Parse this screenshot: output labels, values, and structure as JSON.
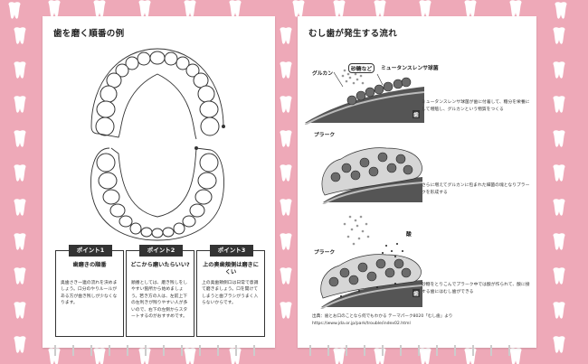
{
  "left_page": {
    "title": "歯を磨く順番の例",
    "points": [
      {
        "label": "ポイント1",
        "topic": "歯磨きの順番",
        "text": "奥歯さき一連の流れを決めましょう。口分のやりルールがある方が歯き残しが少なくなります。"
      },
      {
        "label": "ポイント2",
        "topic": "どこから磨いたらいい?",
        "text": "順番としては、磨き残しをしやすい箇所から始めましょう。若き方の人は、左前上下の左利きが残りやすい人が多いので、右下の左側からスタートするのがおすすめです。"
      },
      {
        "label": "ポイント3",
        "topic": "上の奥歯頬側は磨きにくい",
        "text": "上の奥歯頬側口は日常で意識て磨きましょう。口を開けてしまうと歯ブラシがうまく入らないからです。"
      }
    ]
  },
  "right_page": {
    "title": "むし歯が発生する流れ",
    "labels": {
      "glucan": "グルカン",
      "sugar": "砂糖など",
      "mutans": "ミュータンスレンサ球菌",
      "tooth": "歯",
      "plaque": "プラーク",
      "acid": "酸"
    },
    "captions": [
      "ミュータンスレンサ球菌が歯に付着して、糖分を栄養にして増殖し、グルカンという物質をつくる",
      "さらに増えてグルカンに包まれた細菌の塊となりプラークを形成する",
      "砂糖をとりこんでプラーク中では酸が作られて、酸に接する歯にはむし歯ができる"
    ],
    "source": [
      "出典：歯とお口のことなら何でもわかる テーマパーク8020「むし歯」より",
      "https://www.jda.or.jp/park/trouble/index02.html"
    ]
  }
}
